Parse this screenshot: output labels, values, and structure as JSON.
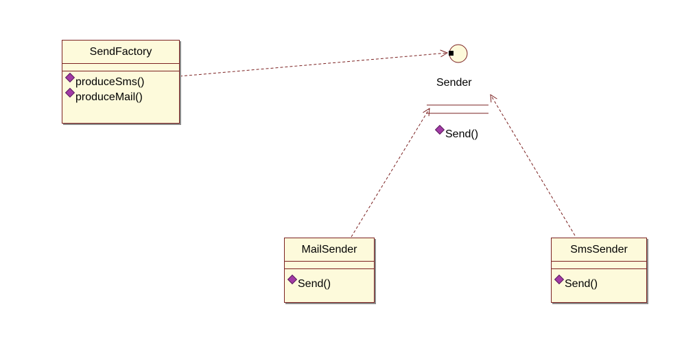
{
  "classes": {
    "send_factory": {
      "name": "SendFactory",
      "operations": [
        "produceSms()",
        "produceMail()"
      ]
    },
    "mail_sender": {
      "name": "MailSender",
      "operations": [
        "Send()"
      ]
    },
    "sms_sender": {
      "name": "SmsSender",
      "operations": [
        "Send()"
      ]
    }
  },
  "interface": {
    "name": "Sender",
    "operations": [
      "Send()"
    ]
  },
  "colors": {
    "class_fill": "#fdfadb",
    "class_border": "#7a1f1f",
    "operation_marker": "#a23aa6",
    "connector": "#7a1f1f"
  }
}
